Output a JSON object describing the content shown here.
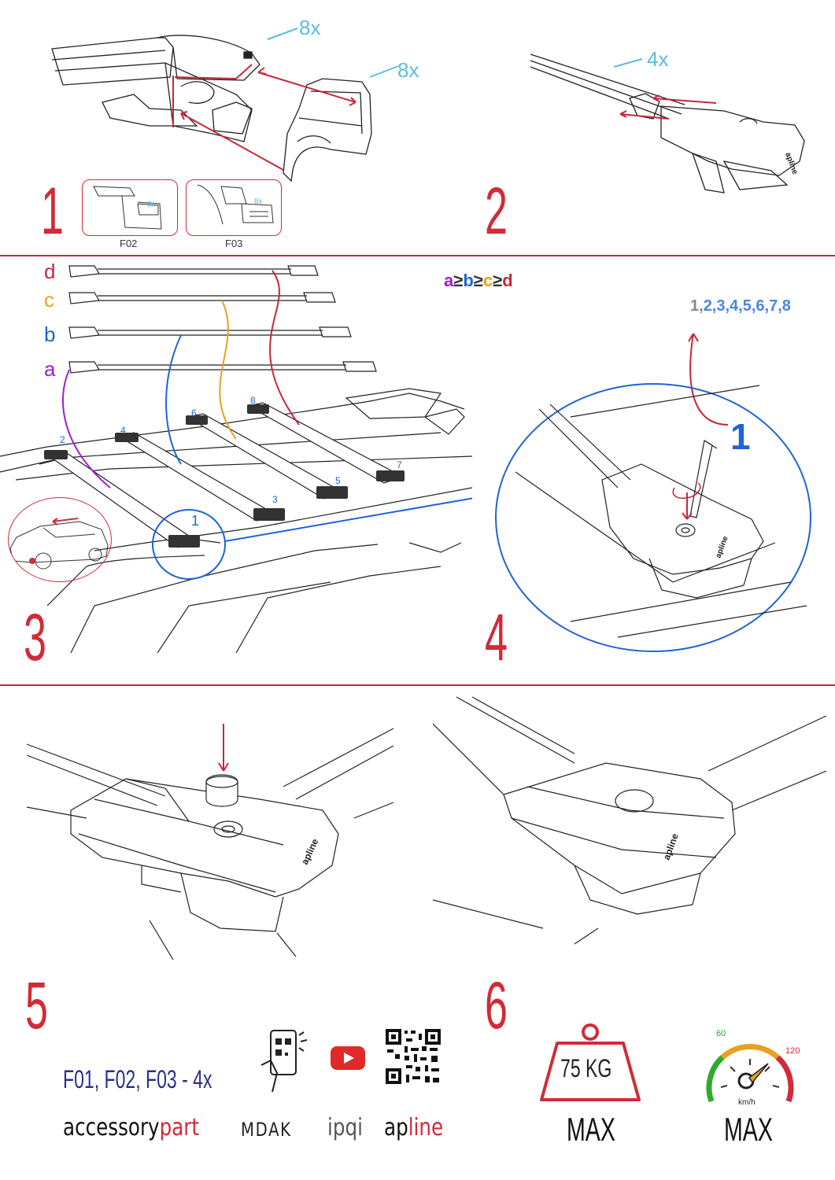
{
  "steps": {
    "s1": "1",
    "s2": "2",
    "s3": "3",
    "s4": "4",
    "s5": "5",
    "s6": "6"
  },
  "step1": {
    "qty_top": "8x",
    "qty_right": "8x",
    "inset_left_qty": "8x",
    "inset_left_caption": "F02",
    "inset_right_qty": "8x",
    "inset_right_caption": "F03"
  },
  "step2": {
    "qty": "4x",
    "brand": "apline"
  },
  "step3": {
    "bar_d": "d",
    "bar_c": "c",
    "bar_b": "b",
    "bar_a": "a",
    "order_a": "a",
    "order_b": "b",
    "order_c": "c",
    "order_d": "d",
    "order_ge": "≥",
    "pos_labels": [
      "2",
      "4",
      "6",
      "8",
      "7",
      "5",
      "3",
      "1"
    ],
    "highlight": "1"
  },
  "step4": {
    "sequence_first": "1,",
    "sequence_rest": "2,3,4,5,6,7,8",
    "callout": "1",
    "brand": "apline"
  },
  "step5": {
    "brand": "apline",
    "parts": "F01, F02, F03 - 4x"
  },
  "step6": {
    "brand": "apline",
    "weight": "75 KG",
    "weight_max": "MAX",
    "speed_low": "60",
    "speed_high": "120",
    "speed_unit": "km/h",
    "speed_max": "MAX"
  },
  "footer": {
    "brand1_a": "accessory",
    "brand1_b": "part",
    "brand2": "MDAK",
    "brand3": "ipqi",
    "brand4_a": "ap",
    "brand4_b": "line"
  },
  "colors": {
    "accent": "#d22a37",
    "cyan": "#5bbde0",
    "blue": "#1f63d6",
    "orange": "#e8a020",
    "purple": "#9b1fd6",
    "navy": "#2a2f8c"
  }
}
